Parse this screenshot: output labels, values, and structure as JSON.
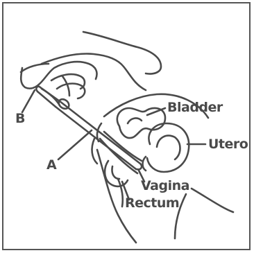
{
  "diagram": {
    "labels": {
      "bladder": "Bladder",
      "utero": "Utero",
      "vagina": "Vagina",
      "rectum": "Rectum",
      "a": "A",
      "b": "B"
    },
    "colors": {
      "line": "#4a4a4a",
      "frame": "#555555",
      "background": "#ffffff"
    }
  }
}
